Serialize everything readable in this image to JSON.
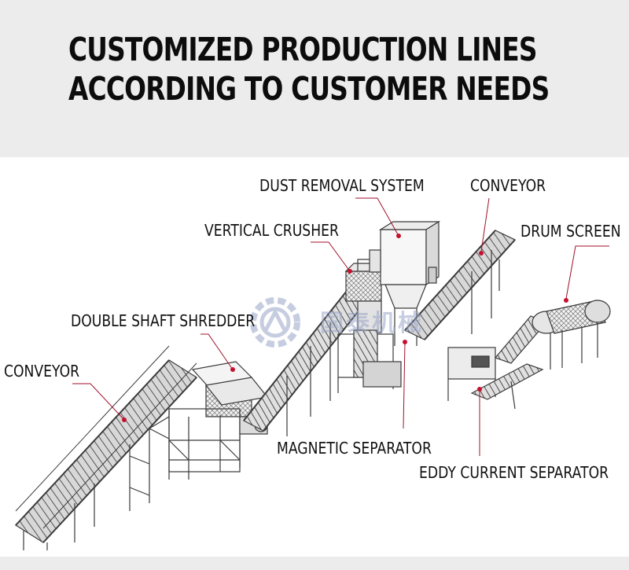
{
  "header": {
    "title_line1": "CUSTOMIZED PRODUCTION LINES",
    "title_line2": "ACCORDING TO CUSTOMER NEEDS"
  },
  "labels": {
    "dust_removal": "DUST REMOVAL SYSTEM",
    "conveyor_top": "CONVEYOR",
    "vertical_crusher": "VERTICAL CRUSHER",
    "drum_screen": "DRUM SCREEN",
    "double_shaft_shredder": "DOUBLE SHAFT SHREDDER",
    "conveyor_left": "CONVEYOR",
    "magnetic_separator": "MAGNETIC SEPARATOR",
    "eddy_current_separator": "EDDY CURRENT SEPARATOR"
  },
  "watermark": {
    "text": "国泰机械"
  },
  "colors": {
    "header_bg": "#ececec",
    "leader_line": "#a0102a",
    "marker_dot": "#c4112f",
    "machine_stroke": "#3a3a3a",
    "watermark": "#9aa6c8"
  }
}
